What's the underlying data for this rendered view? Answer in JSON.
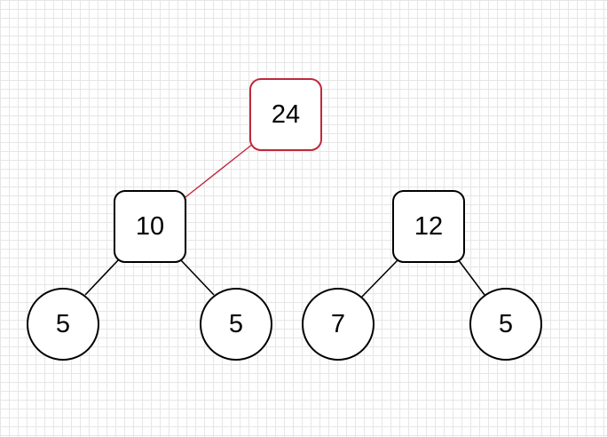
{
  "diagram": {
    "highlight_color": "#c0283c",
    "node_color": "#000000",
    "nodes": {
      "root": {
        "label": "24",
        "shape": "rounded-square"
      },
      "left_parent": {
        "label": "10",
        "shape": "rounded-square"
      },
      "right_parent": {
        "label": "12",
        "shape": "rounded-square"
      },
      "left_leaf_1": {
        "label": "5",
        "shape": "circle"
      },
      "left_leaf_2": {
        "label": "5",
        "shape": "circle"
      },
      "right_leaf_1": {
        "label": "7",
        "shape": "circle"
      },
      "right_leaf_2": {
        "label": "5",
        "shape": "circle"
      }
    }
  }
}
